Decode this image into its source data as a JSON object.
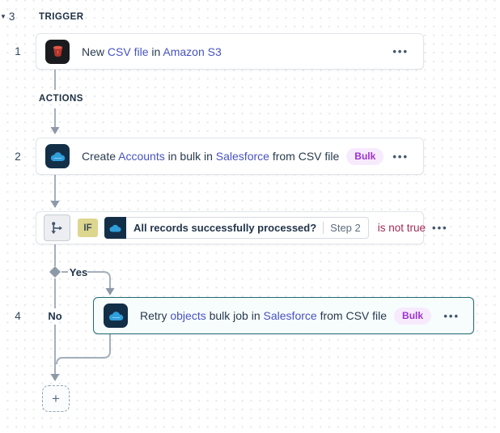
{
  "sections": {
    "trigger_label": "TRIGGER",
    "actions_label": "ACTIONS"
  },
  "icons": {
    "more_options": "•••",
    "collapse_arrow": "▼",
    "add": "+"
  },
  "colors": {
    "link": "#4753c0",
    "text": "#283a4d",
    "selected_card_border": "#1f6b72",
    "bulk_badge_bg": "#f7eafd",
    "bulk_badge_text": "#9b33cf",
    "if_badge_bg": "#ddd68f",
    "operator_negative": "#a22c52",
    "connector": "#a5afbb"
  },
  "steps": {
    "s1": {
      "number": "1",
      "app": "Amazon S3",
      "segments": [
        {
          "t": "New "
        },
        {
          "t": "CSV file"
        },
        {
          "t": " in "
        },
        {
          "t": "Amazon S3"
        }
      ]
    },
    "s2": {
      "number": "2",
      "app": "Salesforce",
      "segments": [
        {
          "t": "Create "
        },
        {
          "t": "Accounts"
        },
        {
          "t": " in bulk in "
        },
        {
          "t": "Salesforce"
        },
        {
          "t": " from CSV file"
        }
      ],
      "badge": "Bulk"
    },
    "s3": {
      "number": "3",
      "if_label": "IF",
      "question": "All records successfully processed?",
      "step_ref": "Step 2",
      "operator": "is not true"
    },
    "s4": {
      "number": "4",
      "app": "Salesforce",
      "segments": [
        {
          "t": "Retry "
        },
        {
          "t": "objects"
        },
        {
          "t": " bulk job in "
        },
        {
          "t": "Salesforce"
        },
        {
          "t": " from CSV file"
        }
      ],
      "badge": "Bulk"
    }
  },
  "branch": {
    "yes_label": "Yes",
    "no_label": "No"
  }
}
